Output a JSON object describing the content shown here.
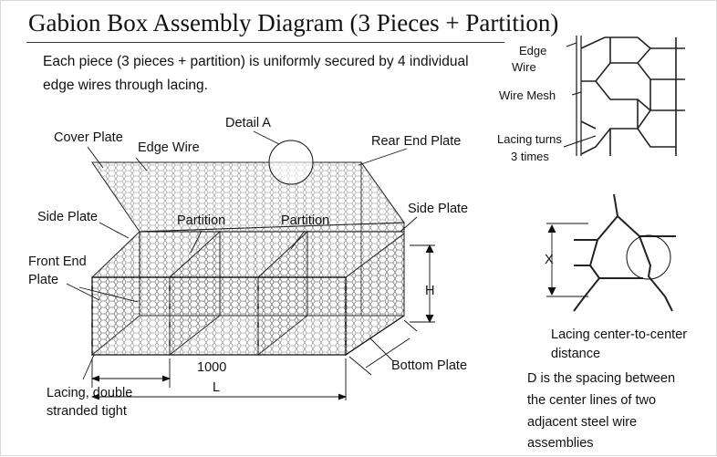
{
  "title": "Gabion Box Assembly Diagram (3 Pieces + Partition)",
  "description": {
    "line1": "Each piece (3 pieces + partition) is uniformly secured by 4 individual",
    "line2": "edge wires through lacing."
  },
  "labels": {
    "detail_a": "Detail A",
    "cover_plate": "Cover Plate",
    "edge_wire": "Edge Wire",
    "rear_end_plate": "Rear End Plate",
    "side_plate_left": "Side Plate",
    "side_plate_right": "Side Plate",
    "partition_1": "Partition",
    "partition_2": "Partition",
    "front_end_plate_1": "Front End",
    "front_end_plate_2": "Plate",
    "height": "H",
    "width_1000": "1000",
    "length": "L",
    "bottom_plate": "Bottom Plate",
    "lacing_1": "Lacing, double",
    "lacing_2": "stranded tight"
  },
  "detail": {
    "edge_1": "Edge",
    "edge_2": "Wire",
    "wire_mesh": "Wire Mesh",
    "lacing_turns_1": "Lacing turns",
    "lacing_turns_2": "3 times"
  },
  "spacing": {
    "x": "X",
    "caption_1": "Lacing center-to-center",
    "caption_2": "distance",
    "d_1": "D is the spacing between",
    "d_2": "the center lines of two",
    "d_3": "adjacent steel wire",
    "d_4": "assemblies"
  }
}
